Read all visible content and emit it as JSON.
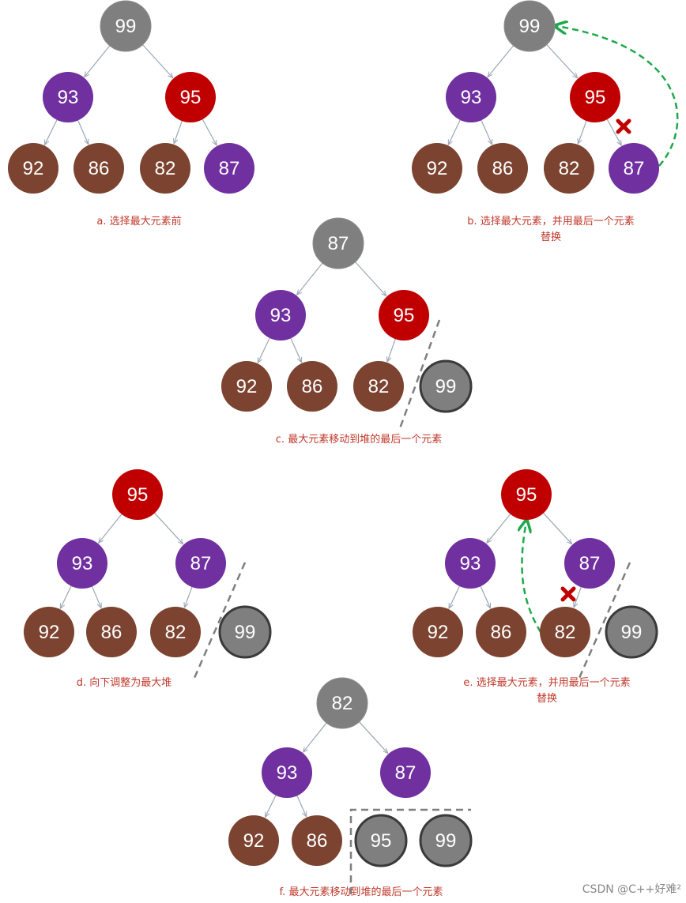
{
  "colors": {
    "gray": "#7f7f7f",
    "purple": "#7030a0",
    "red": "#c00000",
    "brown": "#7b4330",
    "edge": "#9aa7b4",
    "arrow": "#1ea84b",
    "cross": "#c00000",
    "caption": "#c0392b",
    "divider": "#7f7f7f"
  },
  "panels": {
    "a": {
      "caption_lines": [
        "a.  选择最大元素前"
      ],
      "nodes": [
        "99",
        "93",
        "95",
        "92",
        "86",
        "82",
        "87"
      ]
    },
    "b": {
      "caption_lines": [
        "b.  选择最大元素，并用最后一个元素",
        "替换"
      ],
      "nodes": [
        "99",
        "93",
        "95",
        "92",
        "86",
        "82",
        "87"
      ]
    },
    "c": {
      "caption_lines": [
        "c.  最大元素移动到堆的最后一个元素"
      ],
      "nodes": [
        "87",
        "93",
        "95",
        "92",
        "86",
        "82",
        "99"
      ]
    },
    "d": {
      "caption_lines": [
        "d.  向下调整为最大堆"
      ],
      "nodes": [
        "95",
        "93",
        "87",
        "92",
        "86",
        "82",
        "99"
      ]
    },
    "e": {
      "caption_lines": [
        "e.  选择最大元素，并用最后一个元素",
        "替换"
      ],
      "nodes": [
        "95",
        "93",
        "87",
        "92",
        "86",
        "82",
        "99"
      ]
    },
    "f": {
      "caption_lines": [
        "f.  最大元素移动到堆的最后一个元素"
      ],
      "nodes": [
        "82",
        "93",
        "87",
        "92",
        "86",
        "95",
        "99"
      ]
    }
  },
  "watermark": "CSDN @C++好难²"
}
